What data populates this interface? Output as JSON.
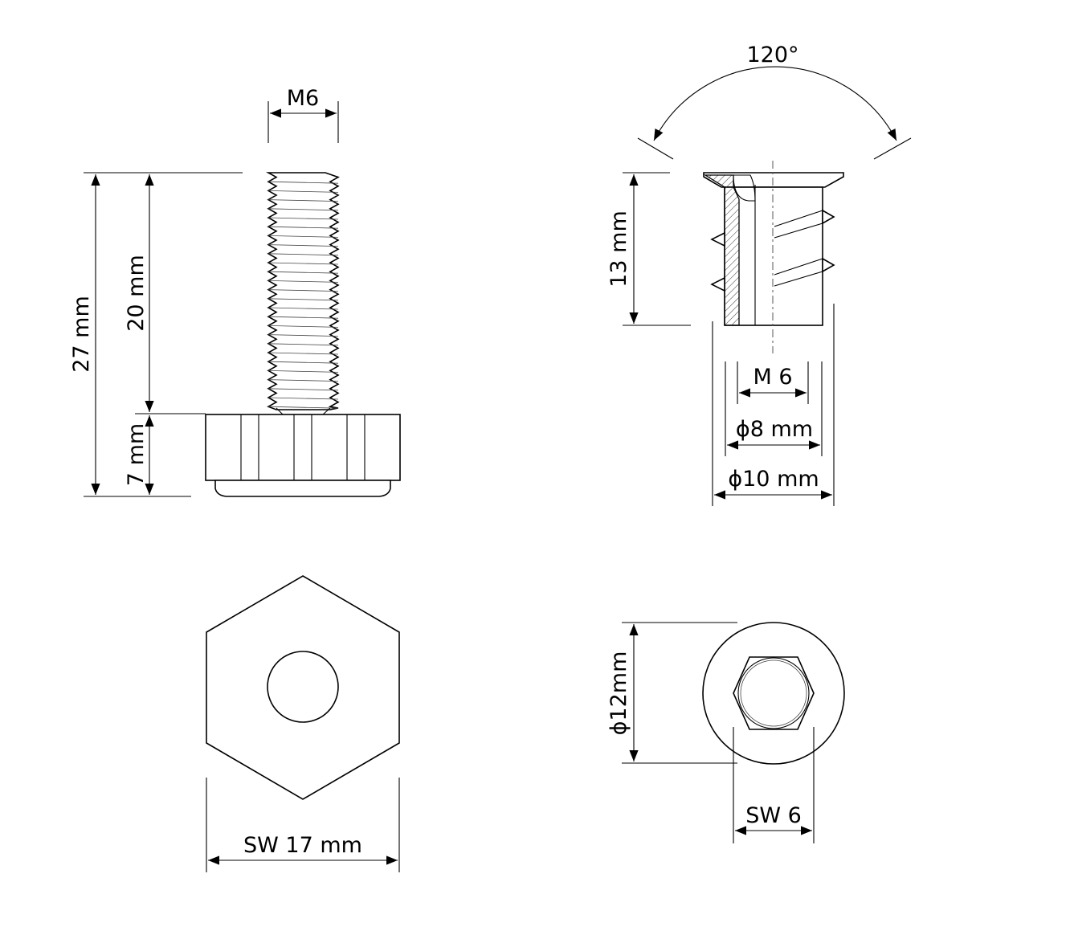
{
  "labels": {
    "bolt_thread": "M6",
    "bolt_total_height": "27 mm",
    "bolt_thread_length": "20 mm",
    "bolt_base_height": "7 mm",
    "hex_width": "SW 17 mm",
    "countersink_angle": "120°",
    "insert_height": "13 mm",
    "insert_thread": "M 6",
    "insert_inner_diameter": "ϕ8 mm",
    "insert_outer_diameter": "ϕ10 mm",
    "insert_head_diameter": "ϕ12mm",
    "insert_socket_width": "SW 6"
  },
  "colors": {
    "line": "#000000",
    "background": "#ffffff",
    "hatch": "#333333"
  }
}
